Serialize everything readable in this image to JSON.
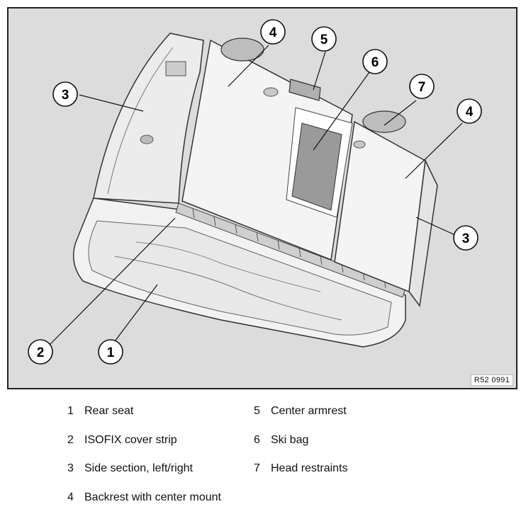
{
  "figure": {
    "reference_code": "R52 0991",
    "callouts": [
      "1",
      "2",
      "3",
      "3",
      "4",
      "4",
      "5",
      "6",
      "7"
    ]
  },
  "legend": [
    {
      "num": "1",
      "label": "Rear seat"
    },
    {
      "num": "2",
      "label": "ISOFIX cover strip"
    },
    {
      "num": "3",
      "label": "Side section, left/right"
    },
    {
      "num": "4",
      "label": "Backrest with center mount"
    },
    {
      "num": "5",
      "label": "Center armrest"
    },
    {
      "num": "6",
      "label": "Ski bag"
    },
    {
      "num": "7",
      "label": "Head restraints"
    }
  ]
}
